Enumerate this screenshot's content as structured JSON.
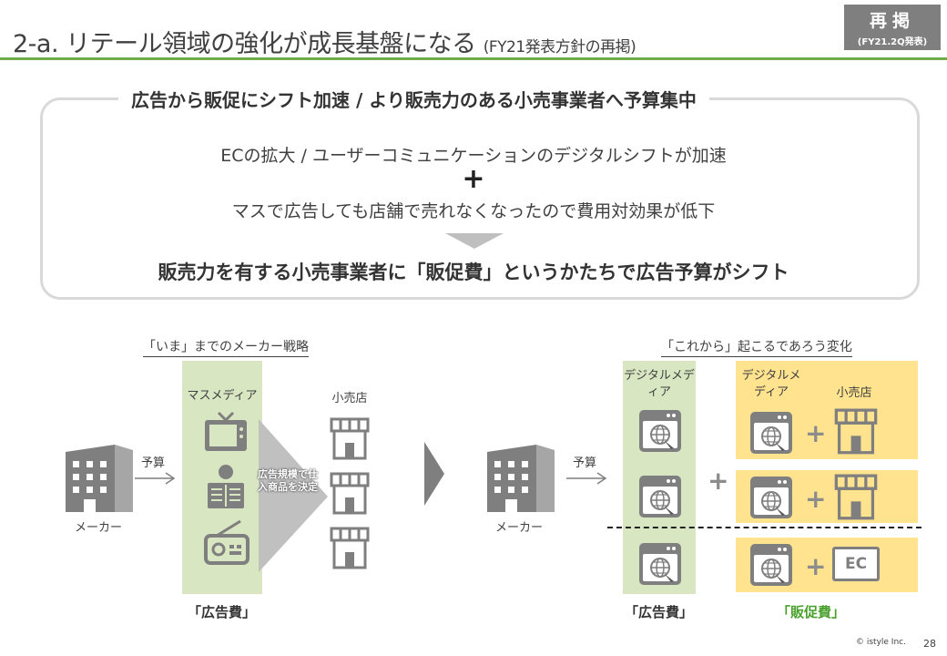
{
  "header": {
    "title_main": "2-a. リテール領域の強化が成長基盤になる",
    "title_sub": "(FY21発表方針の再掲)",
    "badge_line1": "再掲",
    "badge_line2": "(FY21.2Q発表)"
  },
  "summary": {
    "heading": "広告から販促にシフト加速 / より販売力のある小売事業者へ予算集中",
    "line1": "ECの拡大 / ユーザーコミュニケーションのデジタルシフトが加速",
    "plus": "+",
    "line2": "マスで広告しても店舗で売れなくなったので費用対効果が低下",
    "conclusion": "販売力を有する小売事業者に「販促費」というかたちで広告予算がシフト"
  },
  "left_diagram": {
    "section_label": "「いま」までのメーカー戦略",
    "mass_media_label": "マスメディア",
    "retail_label": "小売店",
    "budget_label": "予算",
    "maker_label": "メーカー",
    "wedge_text": "広告規模で仕入商品を決定",
    "cost_label": "「広告費」"
  },
  "right_diagram": {
    "section_label": "「これから」起こるであろう変化",
    "digital_media_label": "デジタルメディア",
    "yellow_digital_media_label": "デジタルメディア",
    "retail_label": "小売店",
    "budget_label": "予算",
    "maker_label": "メーカー",
    "plus_mid": "+",
    "plus_rows": [
      "+",
      "+",
      "+"
    ],
    "ec_label": "EC",
    "cost_label_ad": "「広告費」",
    "cost_label_promo": "「販促費」"
  },
  "footer": {
    "copyright": "© istyle Inc.",
    "page_number": "28"
  },
  "colors": {
    "accent_green": "#70ad47",
    "panel_green": "#d9e6c2",
    "panel_yellow": "#ffe38f",
    "icon_gray": "#7f7f7f",
    "promo_green": "#4aa02c"
  }
}
